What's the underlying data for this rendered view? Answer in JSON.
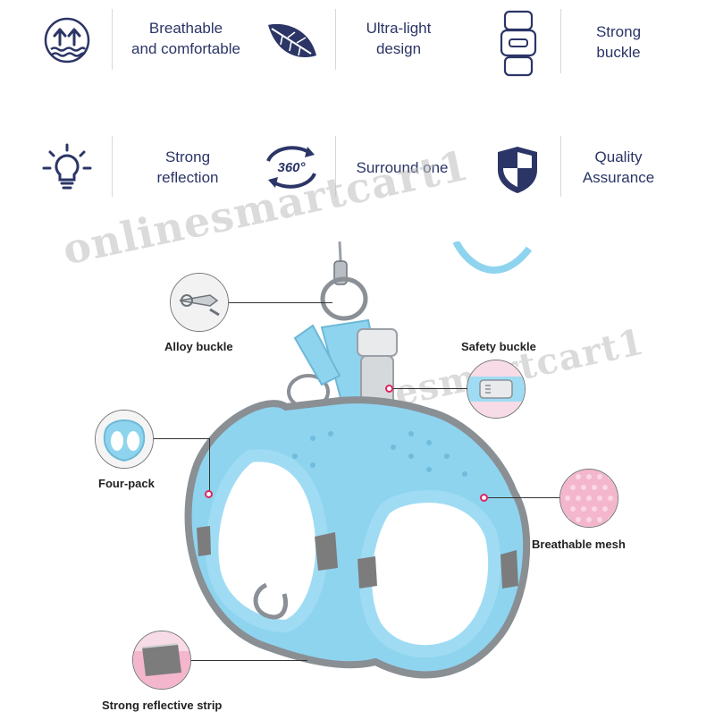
{
  "features": [
    {
      "label_line1": "Breathable",
      "label_line2": "and comfortable",
      "icon": "breathable-arrows-icon"
    },
    {
      "label_line1": "Ultra-light",
      "label_line2": "design",
      "icon": "feather-leaf-icon"
    },
    {
      "label_line1": "Strong",
      "label_line2": "buckle",
      "icon": "buckle-icon"
    },
    {
      "label_line1": "Strong",
      "label_line2": "reflection",
      "icon": "lightbulb-icon"
    },
    {
      "label_line1": "Surround one",
      "label_line2": "",
      "icon": "rotate-360-icon"
    },
    {
      "label_line1": "Quality",
      "label_line2": "Assurance",
      "icon": "shield-icon"
    }
  ],
  "icon_text": {
    "rotate": "360°"
  },
  "callouts": {
    "alloy_buckle": "Alloy buckle",
    "safety_buckle": "Safety buckle",
    "four_pack": "Four-pack",
    "breathable_mesh": "Breathable mesh",
    "reflective_strip": "Strong reflective strip"
  },
  "watermark": "onlinesmartcart1",
  "colors": {
    "navy": "#2b3566",
    "harness": "#8fd4ef",
    "reflective": "#7c7c7c",
    "accent_dot": "#e0245e",
    "mesh_pink": "#f4b6cc"
  }
}
